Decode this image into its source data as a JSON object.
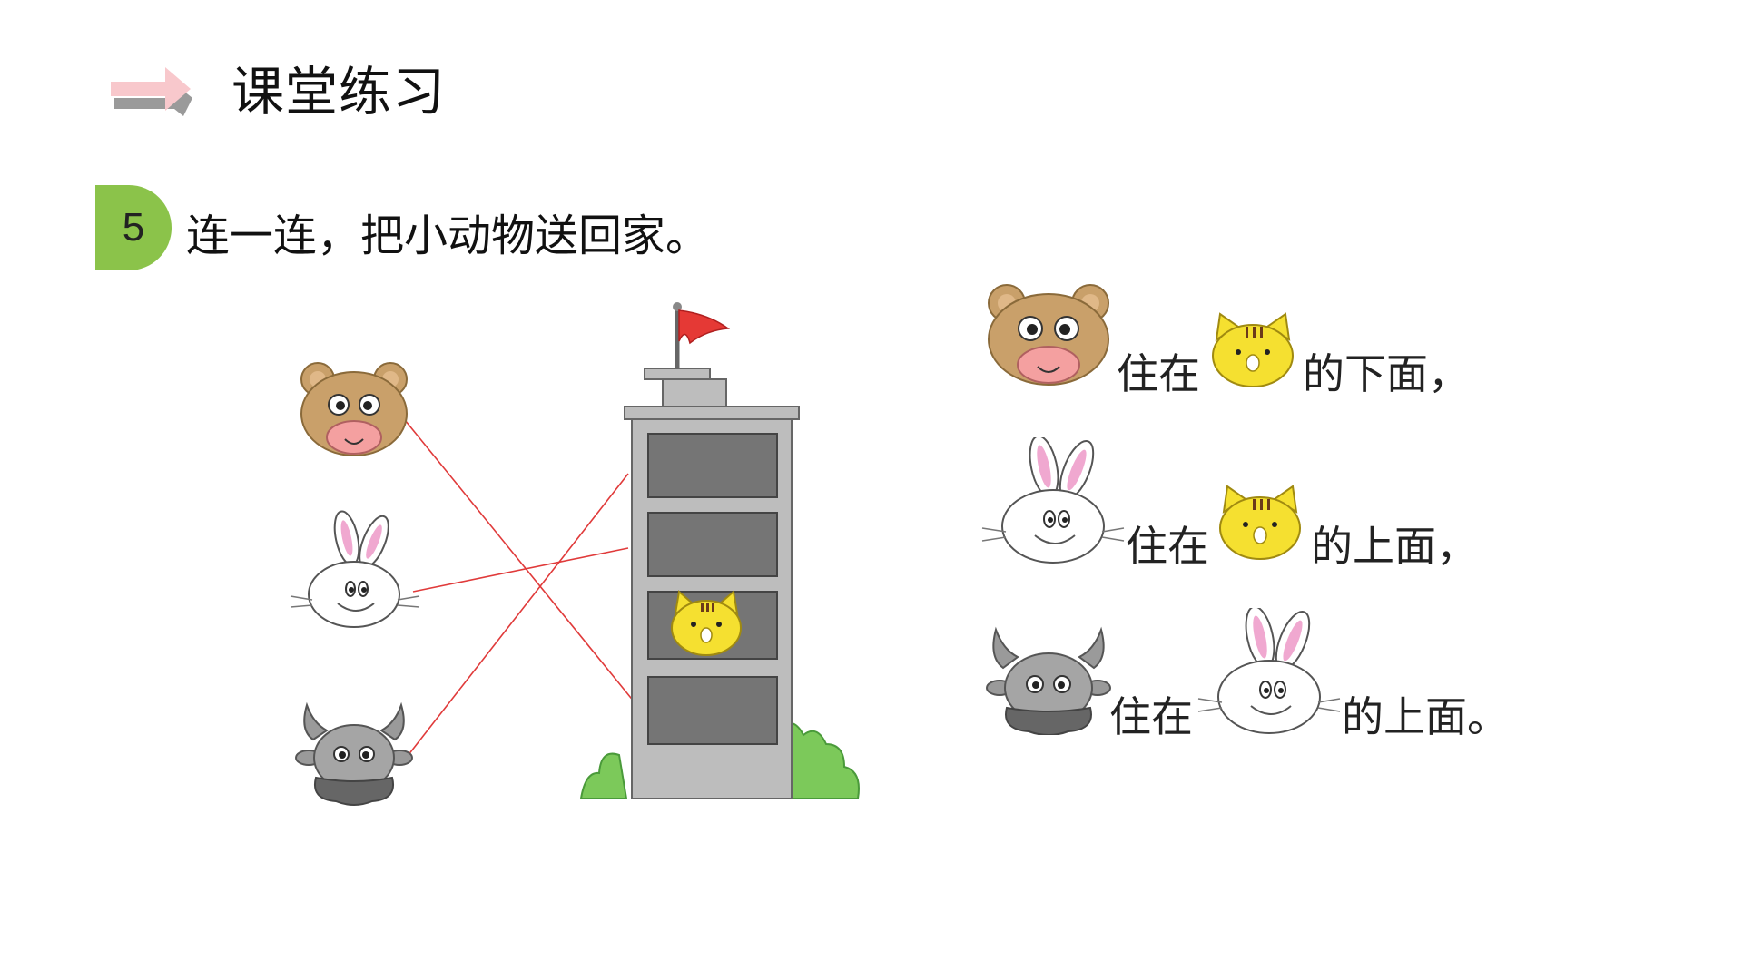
{
  "header": {
    "section_title": "课堂练习",
    "arrow_icon": "arrow-right-icon",
    "arrow_color": "#f8c8cc",
    "arrow_shadow_color": "#9a9a9a"
  },
  "question": {
    "number": "5",
    "badge_color": "#8bc34a",
    "instruction": "连一连，把小动物送回家。"
  },
  "clues": [
    {
      "animal": "bear",
      "text_before": "住在",
      "reference": "cat",
      "text_after": "的下面，"
    },
    {
      "animal": "rabbit",
      "text_before": "住在",
      "reference": "cat",
      "text_after": "的上面，"
    },
    {
      "animal": "buffalo",
      "text_before": "住在",
      "reference": "rabbit",
      "text_after": "的上面。"
    }
  ],
  "colors": {
    "connector_line": "#e03a3a",
    "building": "#bdbdbd",
    "window": "#757575",
    "bush": "#7cc95a",
    "flag": "#e53935"
  }
}
